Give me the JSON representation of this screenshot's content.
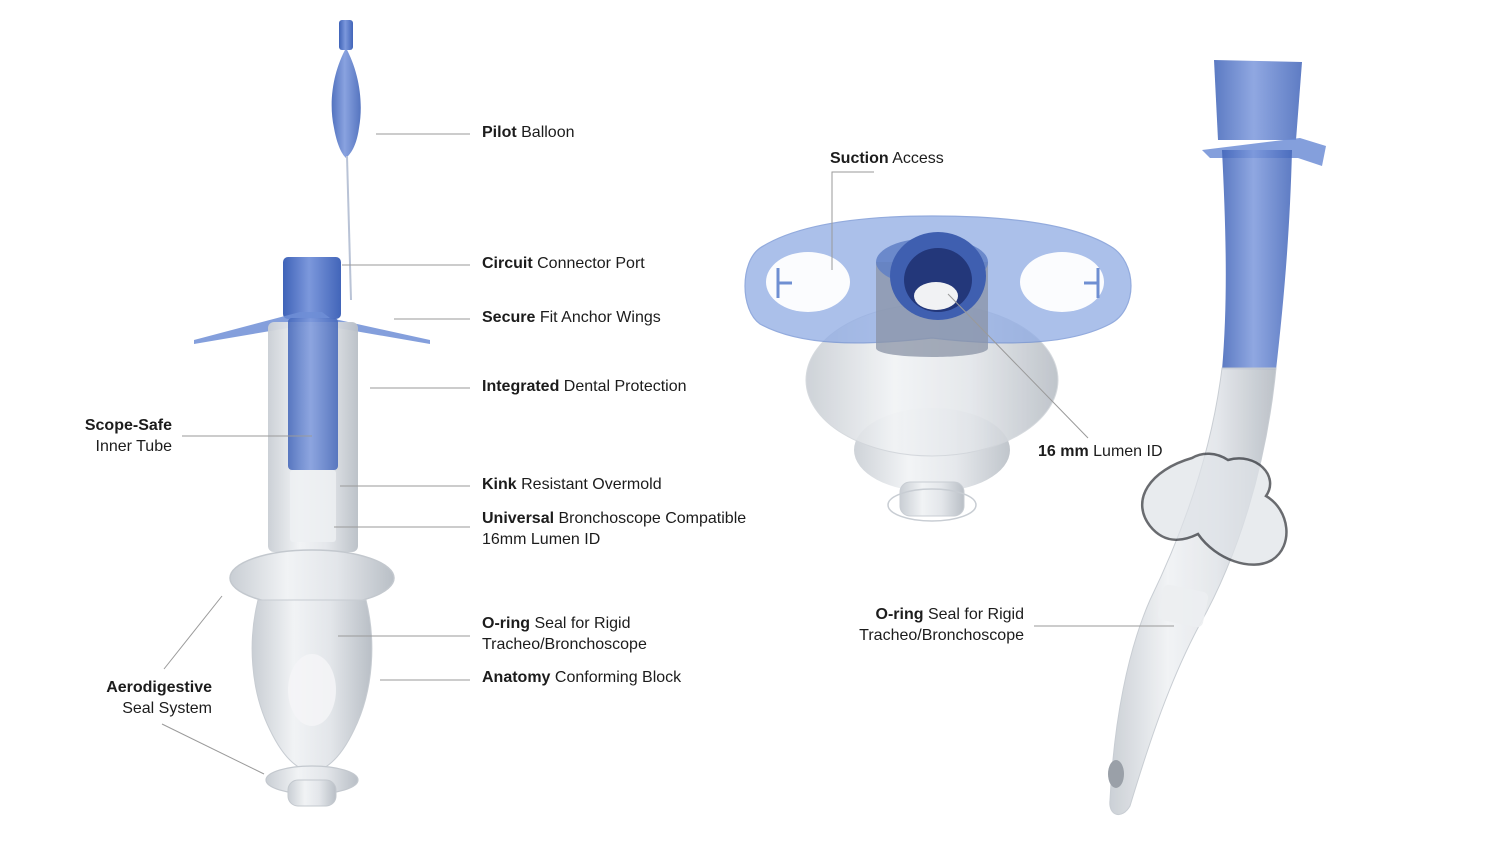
{
  "labels": {
    "pilot_balloon": {
      "bold": "Pilot",
      "rest": " Balloon"
    },
    "circuit_connector": {
      "bold": "Circuit",
      "rest": " Connector Port"
    },
    "secure_fit": {
      "bold": "Secure",
      "rest": " Fit Anchor Wings"
    },
    "integrated_dental": {
      "bold": "Integrated",
      "rest": " Dental Protection"
    },
    "scope_safe": {
      "bold": "Scope-Safe",
      "line2": "Inner Tube"
    },
    "kink_resistant": {
      "bold": "Kink",
      "rest": " Resistant Overmold"
    },
    "universal_bronchoscope": {
      "bold": "Universal",
      "rest": " Bronchoscope Compatible",
      "line2": "16mm Lumen ID"
    },
    "oring_left": {
      "bold": "O-ring",
      "rest": " Seal for Rigid",
      "line2": "Tracheo/Bronchoscope"
    },
    "anatomy_block": {
      "bold": "Anatomy",
      "rest": " Conforming Block"
    },
    "aerodigestive": {
      "bold": "Aerodigestive",
      "line2": "Seal System"
    },
    "suction_access": {
      "bold": "Suction",
      "rest": " Access"
    },
    "lumen_16mm": {
      "bold": "16 mm",
      "rest": " Lumen ID"
    },
    "oring_right": {
      "bold": "O-ring",
      "rest": " Seal for Rigid",
      "line2": "Tracheo/Bronchoscope"
    }
  },
  "colors": {
    "accent_blue": "#4a6fc4",
    "translucent": "#e4e8ec",
    "leader": "#9a9a9a",
    "text": "#1c1c1c"
  }
}
